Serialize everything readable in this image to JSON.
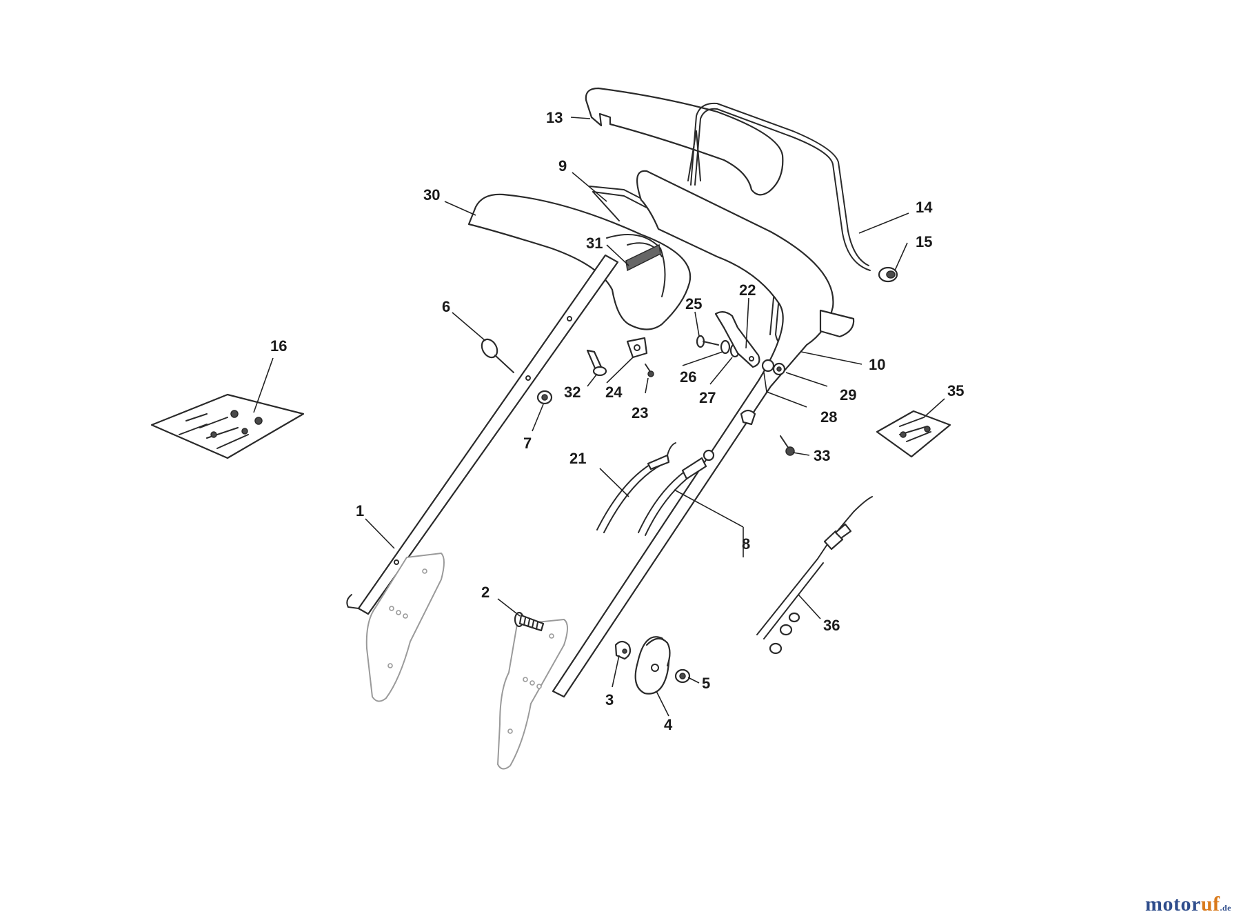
{
  "diagram": {
    "callouts": [
      {
        "id": "c1",
        "label": "1"
      },
      {
        "id": "c2",
        "label": "2"
      },
      {
        "id": "c3",
        "label": "3"
      },
      {
        "id": "c4",
        "label": "4"
      },
      {
        "id": "c5",
        "label": "5"
      },
      {
        "id": "c6",
        "label": "6"
      },
      {
        "id": "c7",
        "label": "7"
      },
      {
        "id": "c8",
        "label": "8"
      },
      {
        "id": "c9",
        "label": "9"
      },
      {
        "id": "c10",
        "label": "10"
      },
      {
        "id": "c13",
        "label": "13"
      },
      {
        "id": "c14",
        "label": "14"
      },
      {
        "id": "c15",
        "label": "15"
      },
      {
        "id": "c16",
        "label": "16"
      },
      {
        "id": "c21",
        "label": "21"
      },
      {
        "id": "c22",
        "label": "22"
      },
      {
        "id": "c23",
        "label": "23"
      },
      {
        "id": "c24",
        "label": "24"
      },
      {
        "id": "c25",
        "label": "25"
      },
      {
        "id": "c26",
        "label": "26"
      },
      {
        "id": "c27",
        "label": "27"
      },
      {
        "id": "c28",
        "label": "28"
      },
      {
        "id": "c29",
        "label": "29"
      },
      {
        "id": "c30",
        "label": "30"
      },
      {
        "id": "c31",
        "label": "31"
      },
      {
        "id": "c32",
        "label": "32"
      },
      {
        "id": "c33",
        "label": "33"
      },
      {
        "id": "c35",
        "label": "35"
      },
      {
        "id": "c36",
        "label": "36"
      }
    ]
  },
  "watermark": {
    "brand_main": "motor",
    "brand_accent": "uf",
    "brand_tld": ".de"
  }
}
